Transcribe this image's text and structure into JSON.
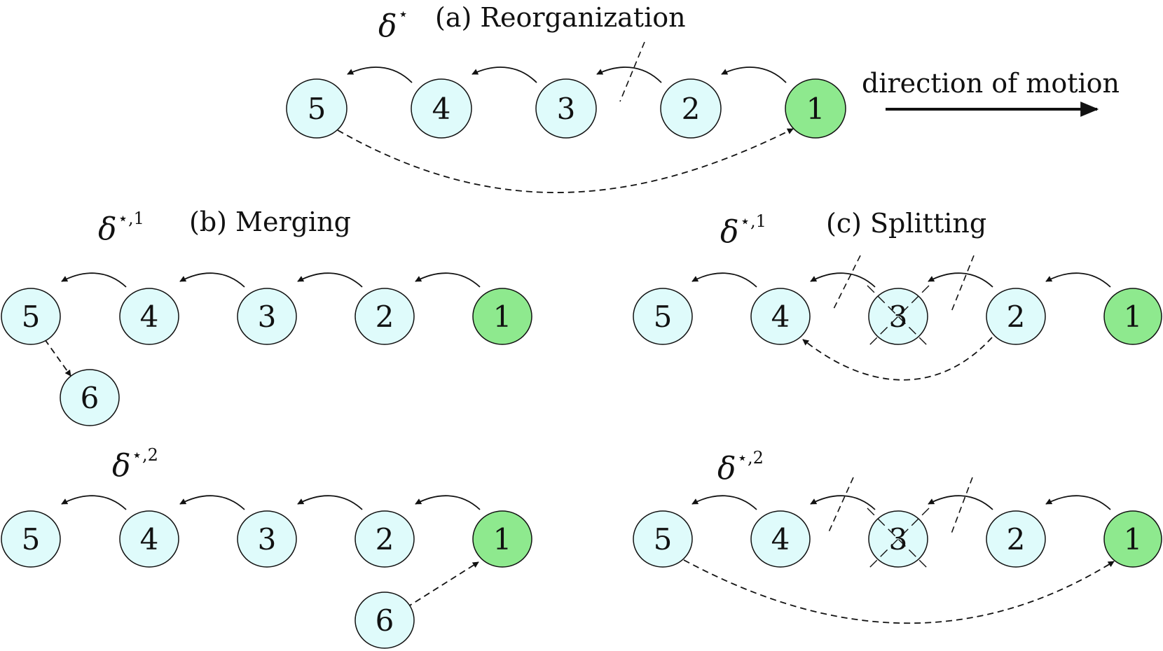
{
  "colors": {
    "node_fill": "#dffbfb",
    "leader_fill": "#8ee98e",
    "stroke": "#111111"
  },
  "panels": {
    "a": {
      "title": "(a) Reorganization",
      "symbol": "δ",
      "superscript": "⋆",
      "direction_label": "direction of motion",
      "nodes": [
        "5",
        "4",
        "3",
        "2",
        "1"
      ],
      "leader": "1"
    },
    "b": {
      "title": "(b) Merging",
      "top_symbol": "δ",
      "top_superscript": "⋆,1",
      "bottom_symbol": "δ",
      "bottom_superscript": "⋆,2",
      "nodes": [
        "5",
        "4",
        "3",
        "2",
        "1"
      ],
      "extra_node": "6",
      "leader": "1"
    },
    "c": {
      "title": "(c) Splitting",
      "top_symbol": "δ",
      "top_superscript": "⋆,1",
      "bottom_symbol": "δ",
      "bottom_superscript": "⋆,2",
      "nodes": [
        "5",
        "4",
        "3",
        "2",
        "1"
      ],
      "removed_node": "3",
      "leader": "1"
    }
  }
}
